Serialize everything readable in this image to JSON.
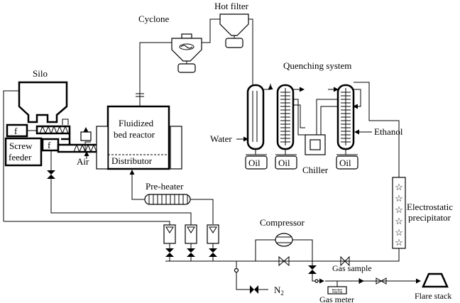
{
  "labels": {
    "hot_filter": "Hot filter",
    "cyclone": "Cyclone",
    "quenching_system": "Quenching system",
    "silo": "Silo",
    "fluidized_line1": "Fluidized",
    "fluidized_line2": "bed reactor",
    "distributor": "Distributor",
    "screw_line1": "Screw",
    "screw_line2": "feeder",
    "feeder_f1": "f",
    "feeder_f2": "f",
    "air": "Air",
    "water": "Water",
    "ethanol": "Ethanol",
    "oil1": "Oil",
    "oil2": "Oil",
    "oil3": "Oil",
    "chiller": "Chiller",
    "preheater": "Pre-heater",
    "esp_line1": "Electrostatic",
    "esp_line2": "precipitator",
    "compressor": "Compressor",
    "gas_sample": "Gas sample",
    "n2_base": "N",
    "n2_sub": "2",
    "gas_meter": "Gas meter",
    "flare_stack": "Flare stack"
  }
}
